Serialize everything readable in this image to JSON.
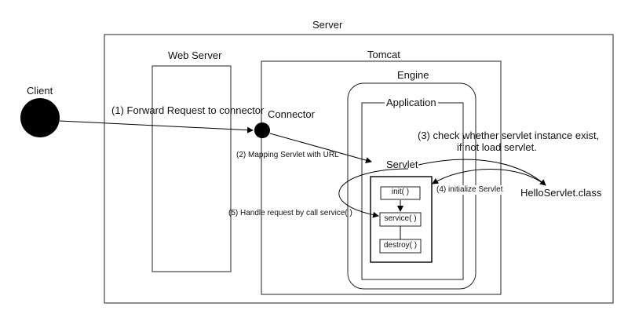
{
  "boxes": {
    "server": "Server",
    "web_server": "Web Server",
    "tomcat": "Tomcat",
    "engine": "Engine",
    "application": "Application",
    "servlet": "Servlet"
  },
  "nodes": {
    "client": "Client",
    "connector": "Connector",
    "hello_class": "HelloServlet.class"
  },
  "lifecycle": {
    "init": "init( )",
    "service": "service( )",
    "destroy": "destroy( )"
  },
  "steps": {
    "forward": "(1) Forward Request to connector",
    "mapping": "(2) Mapping Servlet with URL",
    "check_line1": "(3) check  whether servlet instance exist,",
    "check_line2": "if not load servlet.",
    "initialize": "(4) initialize Servlet",
    "handle": "(5) Handle request by call service( )"
  }
}
